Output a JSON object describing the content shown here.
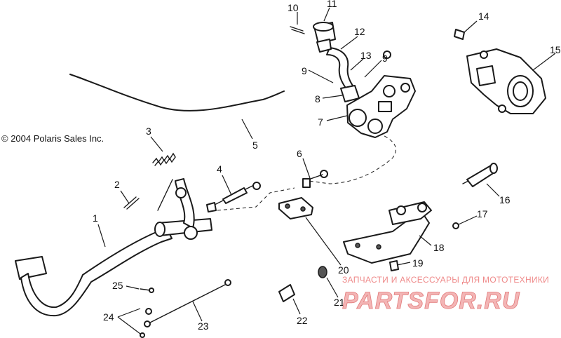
{
  "copyright": "© 2004 Polaris Sales Inc.",
  "part_numbers": [
    "1",
    "2",
    "3",
    "4",
    "5",
    "6",
    "7",
    "8",
    "9",
    "9",
    "10",
    "11",
    "12",
    "13",
    "14",
    "15",
    "16",
    "17",
    "18",
    "19",
    "20",
    "21",
    "22",
    "23",
    "24",
    "25"
  ],
  "watermark": {
    "tagline": "ЗАПЧАСТИ И АКСЕССУАРЫ ДЛЯ МОТОТЕХНИКИ",
    "logo": "PARTSFOR.RU"
  },
  "colors": {
    "line": "#1a1a1a",
    "watermark": "#e27a7a",
    "background": "#ffffff"
  }
}
